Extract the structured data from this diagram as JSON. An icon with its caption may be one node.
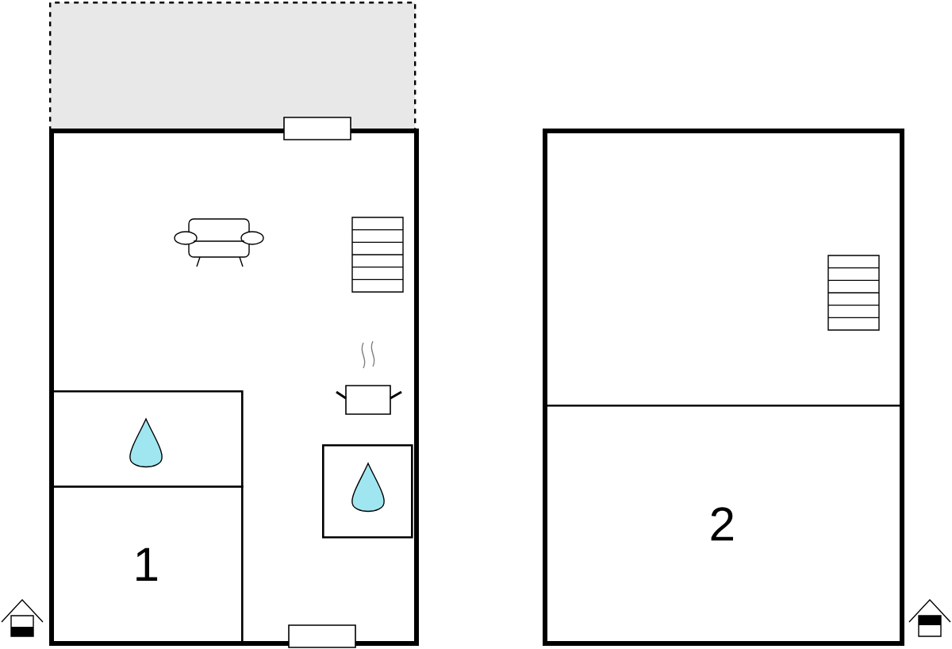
{
  "diagram": {
    "nodes": [
      {
        "text": [],
        "shape": "box"
      },
      {
        "text": [],
        "shape": "box"
      },
      {
        "text": [],
        "shape": "box",
        "in": 1
      },
      {
        "text": [
          "1"
        ],
        "in": 1
      },
      {
        "text": [],
        "shape": "box",
        "in": 1
      },
      {
        "text": [],
        "shape": "box"
      },
      {
        "text": [
          "2"
        ],
        "in": 5
      }
    ]
  }
}
